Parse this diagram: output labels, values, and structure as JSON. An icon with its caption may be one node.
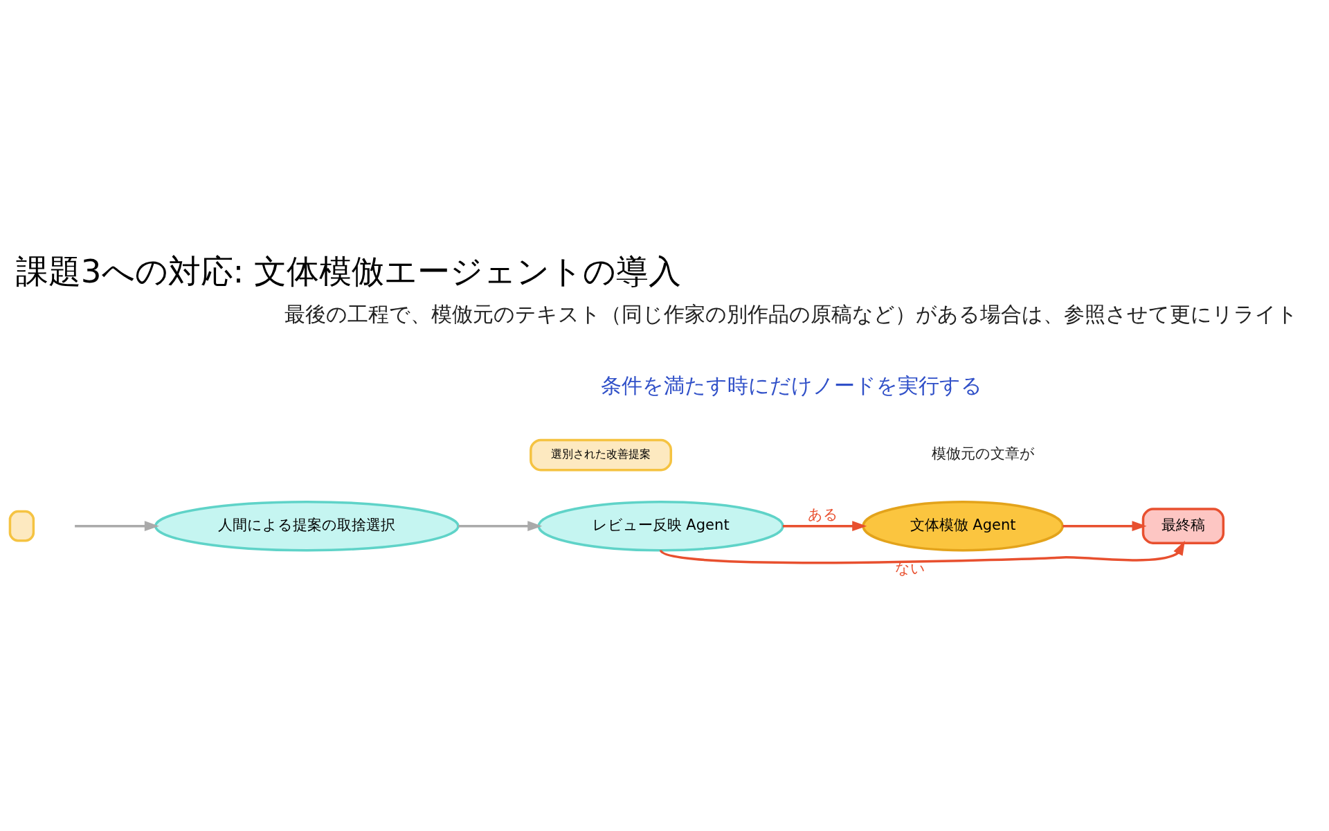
{
  "diagram": {
    "title": "課題3への対応: 文体模倣エージェントの導入",
    "nodes": [
      {
        "text": [],
        "shape": "box"
      },
      {
        "text": [
          "選別された改善提案"
        ]
      },
      {
        "text": [
          "人間による提案の取捨選択"
        ]
      },
      {
        "text": [
          "レビュー反映 Agent"
        ]
      },
      {
        "text": [
          "文体模倣 Agent"
        ]
      },
      {
        "text": [
          "最終稿"
        ]
      }
    ],
    "edges": [
      {
        "from": null,
        "to": 2,
        "arrow": "to",
        "color": "#aaaaaa"
      },
      {
        "from": 2,
        "to": 3,
        "arrow": "to",
        "color": "#aaaaaa"
      },
      {
        "from": 3,
        "to": 4,
        "arrow": "to",
        "label": "ある"
      },
      {
        "from": 3,
        "to": 5,
        "arrow": "to",
        "label": "ない"
      },
      {
        "from": 4,
        "to": 5,
        "arrow": "to"
      }
    ],
    "labels": [
      "最後の工程で、模倣元のテキスト（同じ作家の別作品の原稿など）がある場合は、参照させて更にリライト",
      "条件を満たす時にだけノードを実行する",
      "模倣元の文章が"
    ]
  }
}
